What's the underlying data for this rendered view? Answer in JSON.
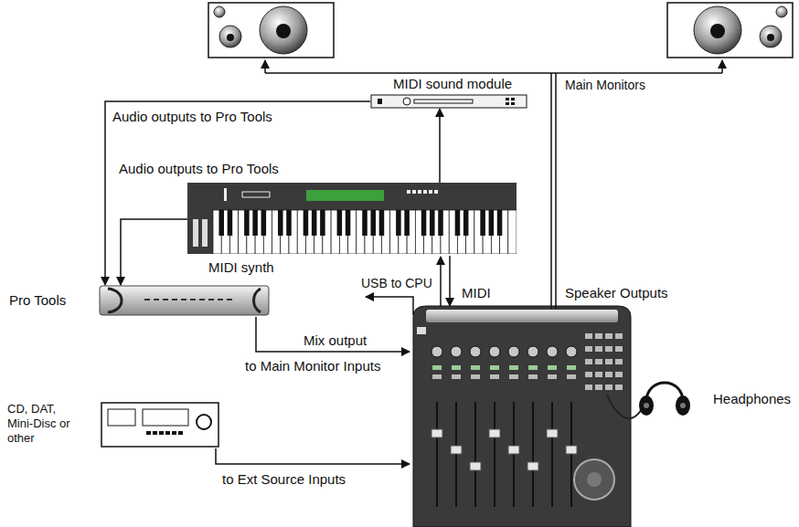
{
  "diagram": {
    "nodes": [
      {
        "text": [
          "MIDI sound module"
        ]
      },
      {
        "text": [
          "MIDI synth"
        ]
      },
      {
        "text": [
          "Pro Tools"
        ]
      },
      {
        "text": [
          "CD, DAT, Mini-Disc or other"
        ]
      },
      {
        "text": [
          "Headphones"
        ]
      }
    ],
    "edges": [
      {
        "from": 0,
        "to": 2,
        "label": "Audio outputs to Pro Tools",
        "arrow": "to"
      },
      {
        "from": 1,
        "to": 2,
        "label": "Audio outputs to Pro Tools",
        "arrow": "to"
      },
      {
        "from": 1,
        "to": 0,
        "arrow": "to"
      }
    ],
    "labels": [
      "Main Monitors",
      "Speaker Outputs",
      "USB to CPU",
      "MIDI",
      "Mix output",
      "to Main Monitor Inputs",
      "to Ext Source Inputs"
    ]
  }
}
